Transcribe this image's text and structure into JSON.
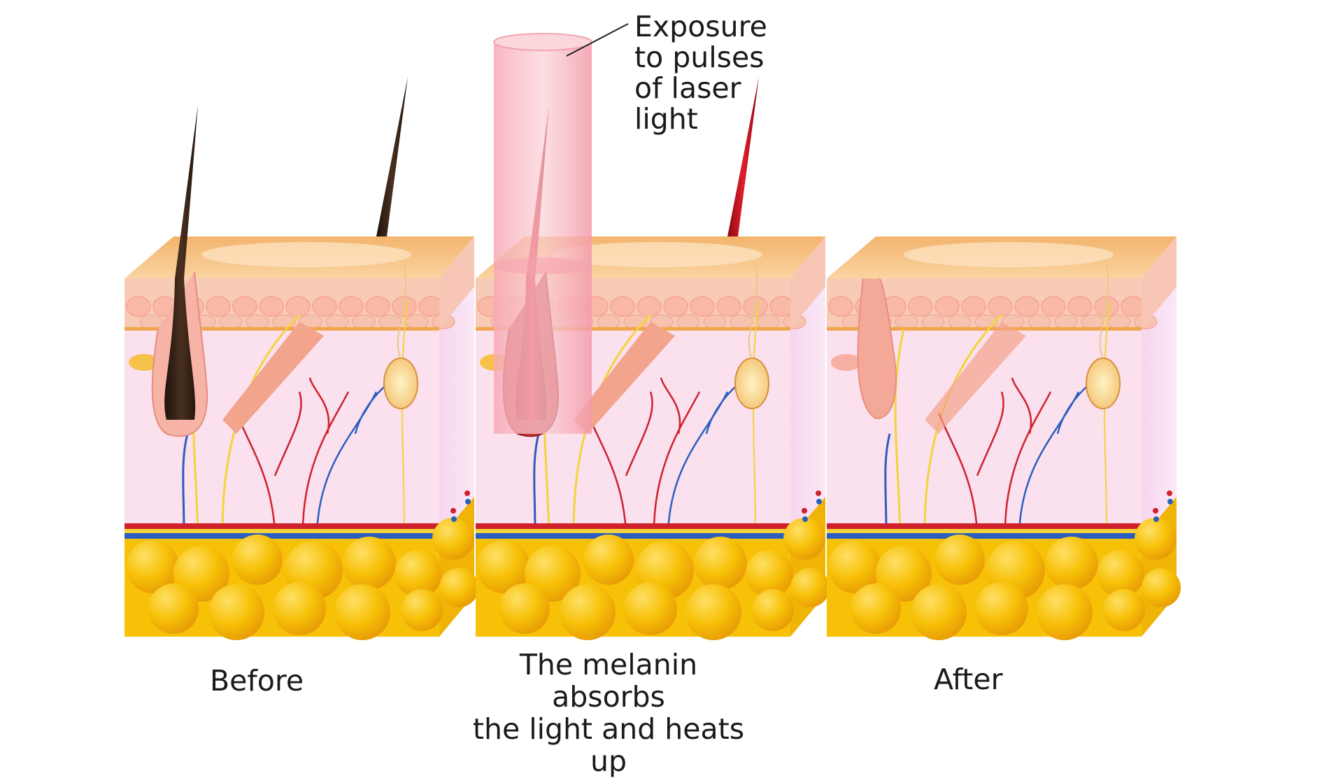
{
  "labels": {
    "exposure": [
      "Exposure",
      "to pulses",
      "of laser",
      "light"
    ],
    "before": "Before",
    "melanin": [
      "The melanin absorbs",
      "the light and heats up"
    ],
    "after": "After"
  },
  "colors": {
    "skin_top": "#f6c07e",
    "epidermis": "#f8cbb6",
    "dermis": "#fbe0ee",
    "fat": "#f7c108",
    "hair_before": "#3a2416",
    "hair_heated": "#c0101c",
    "follicle_after": "#f4a898",
    "laser_beam": "#f6a0ae",
    "artery": "#d0202c",
    "vein": "#2a5fc0",
    "nerve": "#f4d43a"
  },
  "panels": [
    {
      "state": "before"
    },
    {
      "state": "heated"
    },
    {
      "state": "after"
    }
  ]
}
